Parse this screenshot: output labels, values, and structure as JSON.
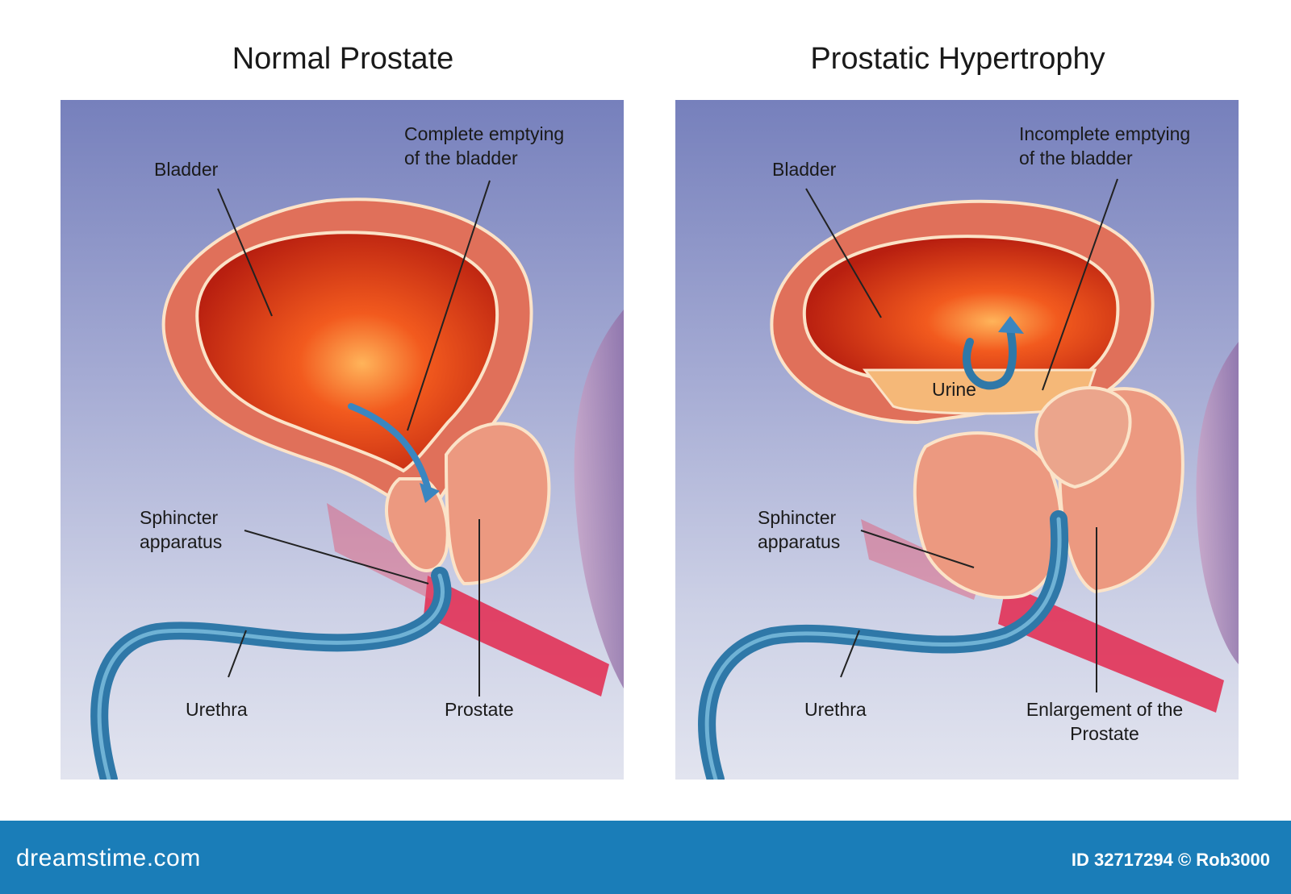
{
  "left": {
    "title": "Normal Prostate",
    "labels": {
      "bladder": "Bladder",
      "emptying": "Complete emptying\nof the bladder",
      "sphincter": "Sphincter\napparatus",
      "urethra": "Urethra",
      "prostate": "Prostate"
    }
  },
  "right": {
    "title": "Prostatic Hypertrophy",
    "labels": {
      "bladder": "Bladder",
      "emptying": "Incomplete emptying\nof the bladder",
      "urine": "Urine",
      "sphincter": "Sphincter\napparatus",
      "urethra": "Urethra",
      "enlargement": "Enlargement of the\nProstate"
    }
  },
  "footer": {
    "logo": "dreamstime.com",
    "credit": "ID 32717294 © Rob3000"
  },
  "colors": {
    "bladder_wall": "#e0705a",
    "bladder_lumen": "#ef4a18",
    "prostate": "#ec9980",
    "urethra": "#2f78a8",
    "footer": "#1a7db8"
  }
}
